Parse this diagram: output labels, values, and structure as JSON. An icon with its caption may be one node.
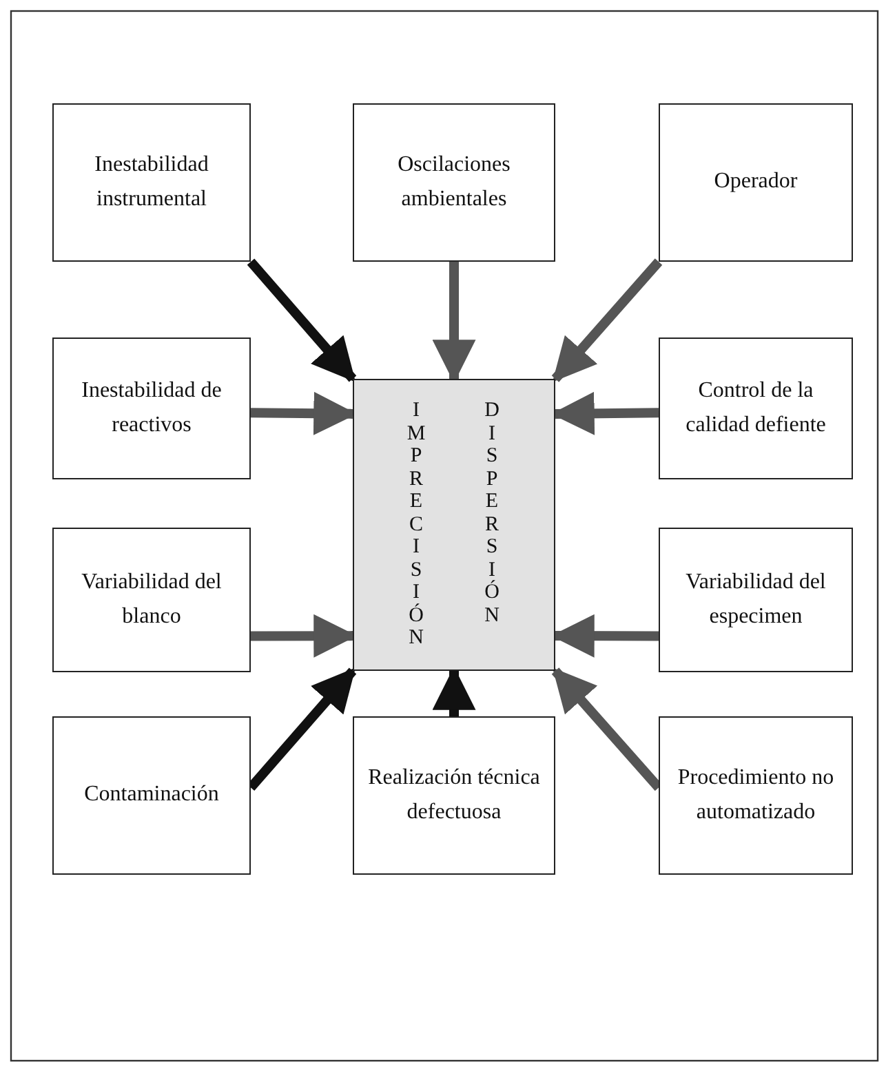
{
  "diagram": {
    "nodes": [
      {
        "text": [
          "Inestabilidad instrumental"
        ]
      },
      {
        "text": [
          "Oscilaciones ambientales"
        ]
      },
      {
        "text": [
          "Operador"
        ]
      },
      {
        "text": [
          "Inestabilidad de reactivos"
        ]
      },
      {
        "text": [
          "IMPRECISIÓN",
          "DISPERSIÓN"
        ]
      },
      {
        "text": [
          "Control de la calidad defiente"
        ]
      },
      {
        "text": [
          "Variabilidad del blanco"
        ]
      },
      {
        "text": [
          "Variabilidad del especimen"
        ]
      },
      {
        "text": [
          "Contaminación"
        ]
      },
      {
        "text": [
          "Realización técnica defectuosa"
        ]
      },
      {
        "text": [
          "Procedimiento no automatizado"
        ]
      }
    ],
    "edges": [
      {
        "from": 0,
        "to": 4,
        "arrow": "to",
        "color": "#111111"
      },
      {
        "from": 1,
        "to": 4,
        "arrow": "to"
      },
      {
        "from": 2,
        "to": 4,
        "arrow": "to"
      },
      {
        "from": 3,
        "to": 4,
        "arrow": "to"
      },
      {
        "from": 5,
        "to": 4,
        "arrow": "to"
      },
      {
        "from": 6,
        "to": 4,
        "arrow": "to"
      },
      {
        "from": 7,
        "to": 4,
        "arrow": "to"
      },
      {
        "from": 8,
        "to": 4,
        "arrow": "to",
        "color": "#111111"
      },
      {
        "from": 9,
        "to": 4,
        "arrow": "to",
        "color": "#111111"
      },
      {
        "from": 10,
        "to": 4,
        "arrow": "to"
      }
    ]
  }
}
